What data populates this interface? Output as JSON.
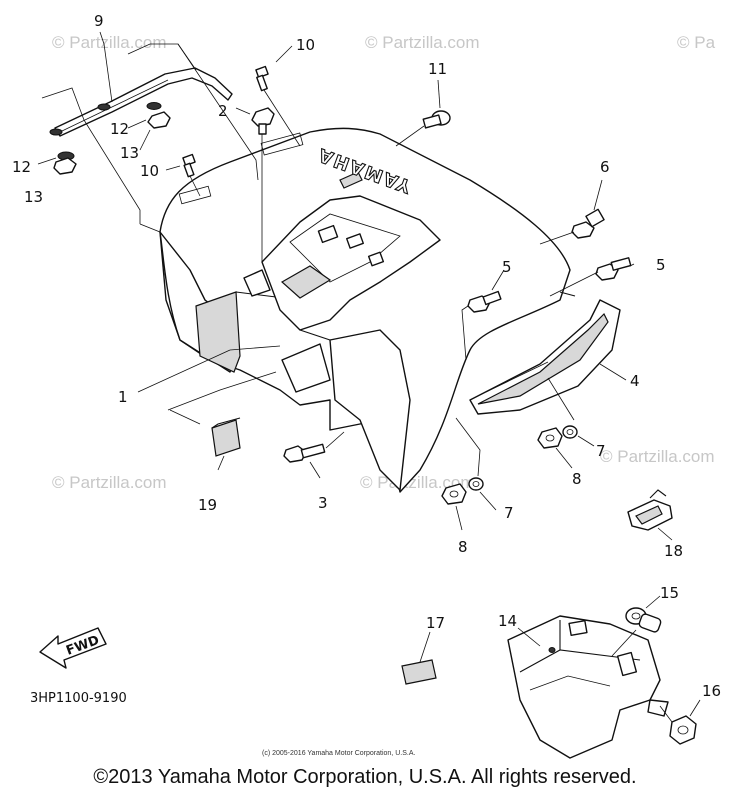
{
  "watermarks": [
    "© Partzilla.com",
    "© Partzilla.com",
    "© Pa",
    "© Partzilla.com",
    "© Partzilla.com",
    "© Partzilla.com"
  ],
  "callouts": [
    "1",
    "2",
    "3",
    "4",
    "5",
    "5",
    "6",
    "7",
    "7",
    "8",
    "8",
    "9",
    "10",
    "10",
    "11",
    "12",
    "12",
    "13",
    "13",
    "14",
    "15",
    "16",
    "17",
    "18",
    "19"
  ],
  "fwd_label": "FWD",
  "brand_on_part": "YAMAHA",
  "diagram_code": "3HP1100-9190",
  "fine_print": "(c) 2005-2016 Yamaha Motor Corporation, U.S.A.",
  "copyright": "©2013 Yamaha Motor Corporation, U.S.A. All rights reserved."
}
